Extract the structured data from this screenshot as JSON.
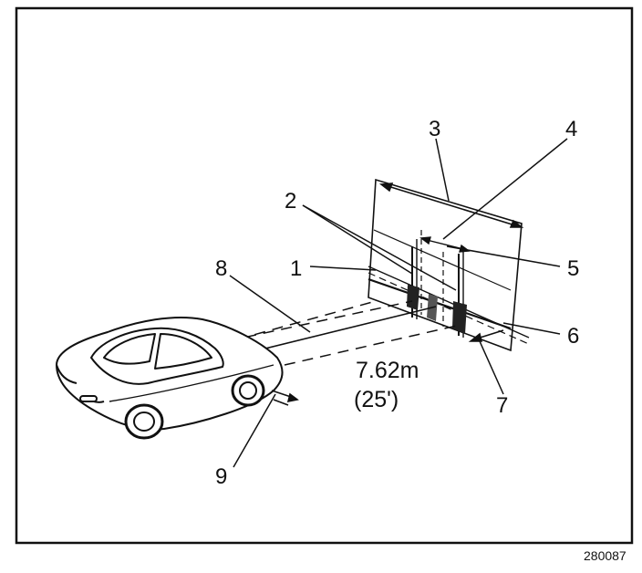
{
  "callouts": {
    "c1": "1",
    "c2": "2",
    "c3": "3",
    "c4": "4",
    "c5": "5",
    "c6": "6",
    "c7": "7",
    "c8": "8",
    "c9": "9"
  },
  "distance": {
    "metric": "7.62m",
    "imperial": "(25')"
  },
  "figure_id": "280087"
}
